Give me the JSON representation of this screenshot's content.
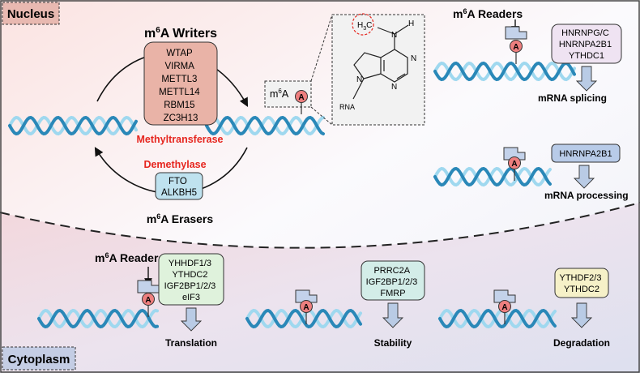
{
  "nucleus_label": "Nucleus",
  "cytoplasm_label": "Cytoplasm",
  "writers": {
    "title_prefix": "m",
    "title_sup": "6",
    "title_suffix": "A Writers",
    "items": [
      "WTAP",
      "VIRMA",
      "METTL3",
      "METTL14",
      "RBM15",
      "ZC3H13"
    ]
  },
  "erasers": {
    "title_prefix": "m",
    "title_sup": "6",
    "title_suffix": "A Erasers",
    "items": [
      "FTO",
      "ALKBH5"
    ]
  },
  "methyltransferase_label": "Methyltransferase",
  "demethylase_label": "Demethylase",
  "m6a_mark": {
    "prefix": "m",
    "sup": "6",
    "suffix": "A"
  },
  "mod_letter": "A",
  "molecule": {
    "methyl": "H",
    "methyl_sub": "3",
    "methyl_c": "C",
    "n_label": "N",
    "h_label": "H",
    "rna_label": "RNA"
  },
  "nuclear_readers": {
    "title_prefix": "m",
    "title_sup": "6",
    "title_suffix": "A Readers",
    "splicing_items": [
      "HNRNPG/C",
      "HNRNPA2B1",
      "YTHDC1"
    ],
    "splicing_label": "mRNA splicing",
    "processing_items": [
      "HNRNPA2B1"
    ],
    "processing_label": "mRNA processing"
  },
  "cyto_readers": {
    "title_prefix": "m",
    "title_sup": "6",
    "title_suffix": "A Readers",
    "translation_items": [
      "YHHDF1/3",
      "YTHDC2",
      "IGF2BP1/2/3",
      "eIF3"
    ],
    "translation_label": "Translation",
    "stability_items": [
      "PRRC2A",
      "IGF2BP1/2/3",
      "FMRP"
    ],
    "stability_label": "Stability",
    "degradation_items": [
      "YTHDF2/3",
      "YTHDC2"
    ],
    "degradation_label": "Degradation"
  },
  "colors": {
    "helix_dark": "#2a88b8",
    "helix_light": "#9fd8ef",
    "writer_fill": "#e9b3a7",
    "eraser_fill": "#bfe2ef",
    "splicing_fill": "#efe3f2",
    "processing_fill": "#b8cbe8",
    "translation_fill": "#dff2dc",
    "stability_fill": "#d3ede8",
    "degradation_fill": "#f6f1c8",
    "red_text": "#e6261f",
    "mark_fill": "#ee7f7f"
  }
}
